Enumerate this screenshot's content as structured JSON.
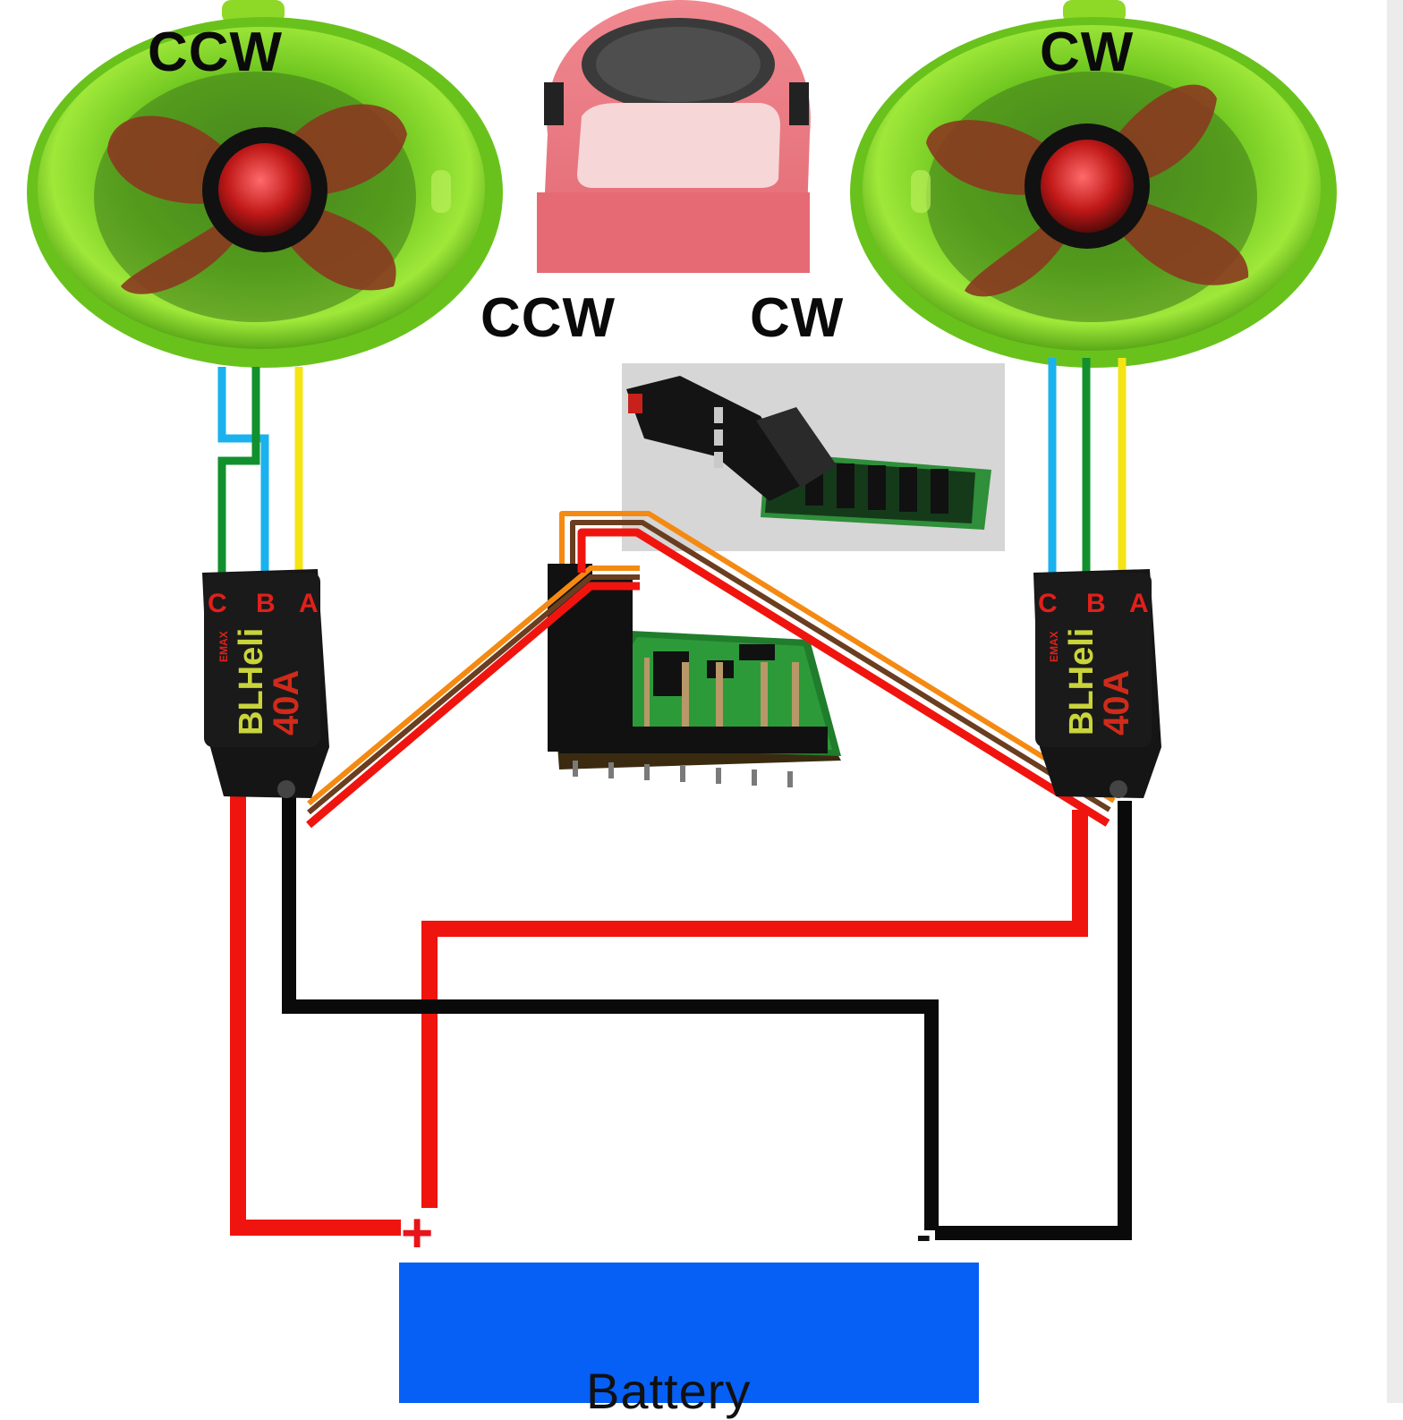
{
  "labels": {
    "left_motor_direction": "CCW",
    "right_motor_direction": "CW",
    "center_left_direction": "CCW",
    "center_right_direction": "CW"
  },
  "esc_left": {
    "pins": [
      "C",
      "B",
      "A"
    ],
    "brand": "EMAX",
    "model_line1": "BLHeli",
    "model_line2": "40A"
  },
  "esc_right": {
    "pins": [
      "C",
      "B",
      "A"
    ],
    "brand": "EMAX",
    "model_line1": "BLHeli",
    "model_line2": "40A"
  },
  "battery": {
    "label": "Battery",
    "positive": "+",
    "negative": "-"
  },
  "colors": {
    "positive_wire": "#f0140f",
    "negative_wire": "#0a0a0a",
    "motor_wire_blue": "#1ab2ee",
    "motor_wire_green": "#12902e",
    "motor_wire_yellow": "#f4e414",
    "signal_wire_orange": "#f48a12",
    "signal_wire_brown": "#6a3e20",
    "battery_fill": "#0660f6",
    "thruster_green": "#7fd81e",
    "propeller": "#8a3a20",
    "boat_hull": "#ec7680",
    "esc_body": "#151515"
  },
  "icons": [
    "thruster-left-icon",
    "thruster-right-icon",
    "boat-icon",
    "receiver-icon",
    "servo-connector-icon",
    "esc-icon"
  ]
}
